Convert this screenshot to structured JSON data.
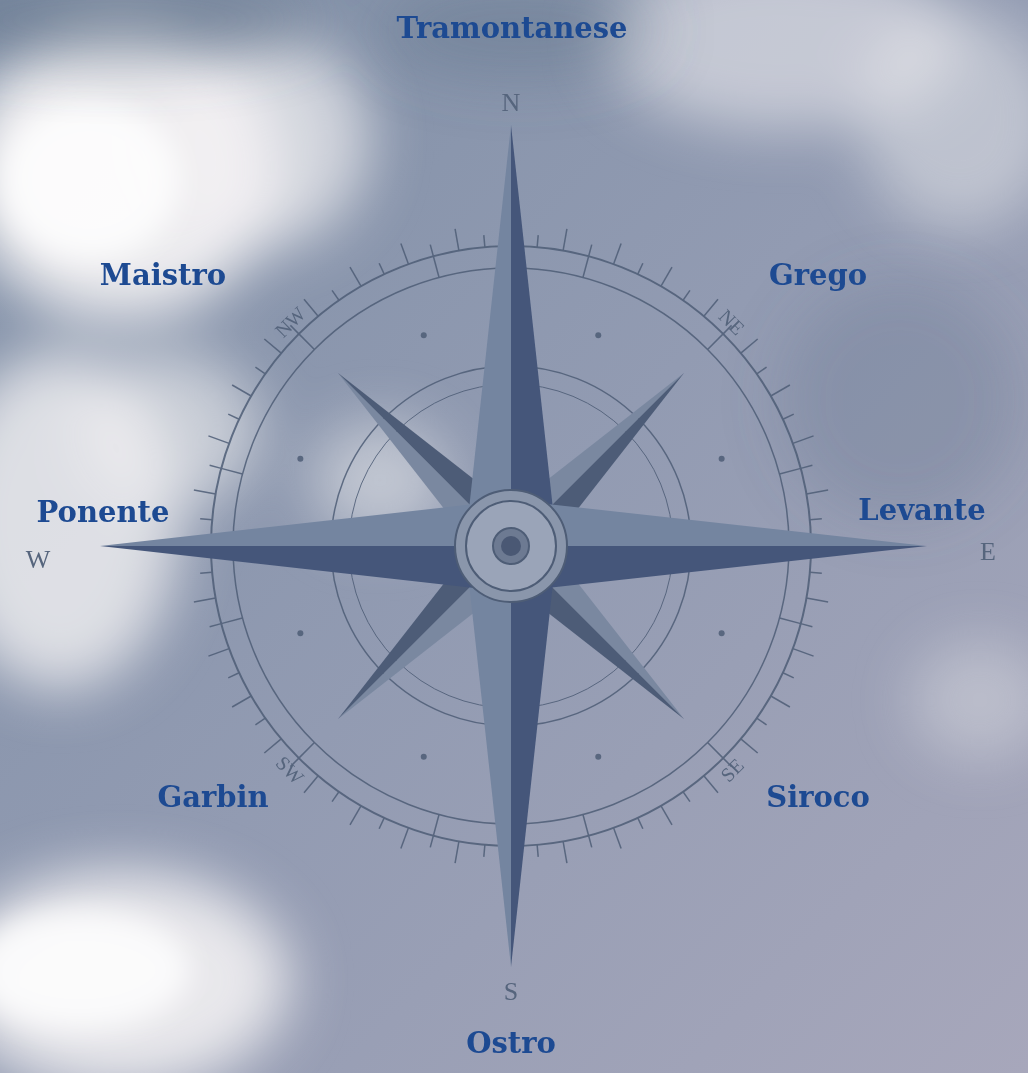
{
  "diagram": {
    "labels": [
      "Tramontanese",
      "Maistro",
      "Grego",
      "Ponente",
      "Levante",
      "Garbin",
      "Siroco",
      "Ostro",
      "N",
      "NW",
      "NE",
      "W",
      "E",
      "SW",
      "SE",
      "S"
    ]
  }
}
